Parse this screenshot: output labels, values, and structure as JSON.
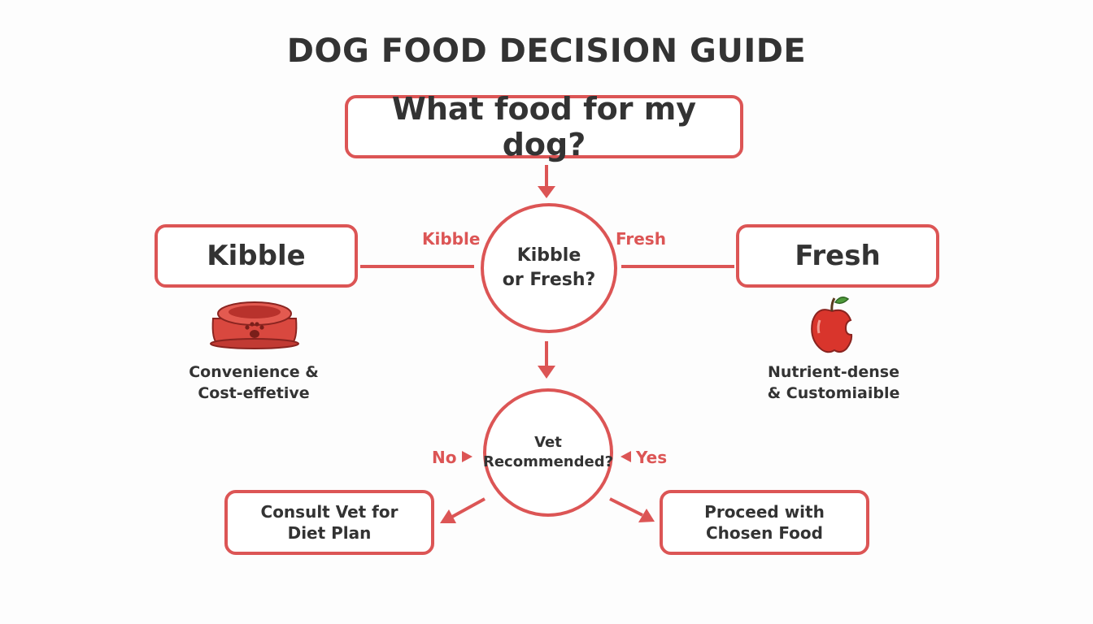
{
  "title": "DOG FOOD DECISION GUIDE",
  "nodes": {
    "question": "What food for my dog?",
    "kibble_or_fresh": [
      "Kibble",
      "or Fresh?"
    ],
    "kibble": "Kibble",
    "fresh": "Fresh",
    "vet_recommended": [
      "Vet",
      "Recommended?"
    ],
    "consult_vet": [
      "Consult Vet for",
      "Diet Plan"
    ],
    "proceed": [
      "Proceed with",
      "Chosen Food"
    ]
  },
  "edge_labels": {
    "kibble": "Kibble",
    "fresh": "Fresh",
    "no": "No",
    "yes": "Yes"
  },
  "captions": {
    "kibble": [
      "Convenience &",
      "Cost-effetive"
    ],
    "fresh": [
      "Nutrient-dense",
      "& Customiaible"
    ]
  },
  "icons": {
    "kibble": "dog-bowl-icon",
    "fresh": "apple-icon"
  },
  "colors": {
    "accent": "#dc5555",
    "text": "#333333",
    "background": "#fdfdfd"
  }
}
